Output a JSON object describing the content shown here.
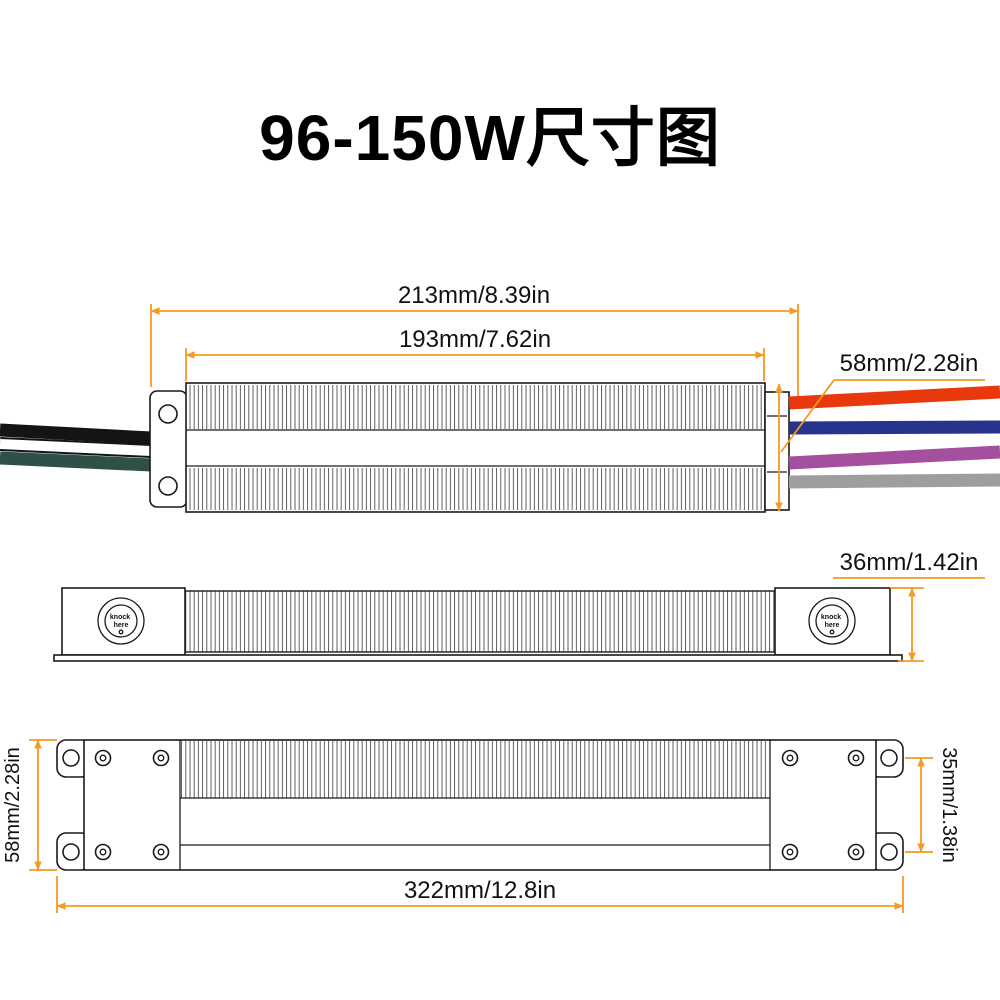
{
  "title": "96-150W尺寸图",
  "colors": {
    "dimension": "#F59A23",
    "wire_red": "#E8380D",
    "wire_blue": "#27348B",
    "wire_purple": "#A4509F",
    "wire_gray": "#9E9E9F",
    "wire_black": "#141414",
    "wire_white": "#FFFFFF",
    "wire_green": "#2E5049"
  },
  "top_view": {
    "dim_overall_length": "213mm/8.39in",
    "dim_body_length": "193mm/7.62in",
    "dim_width": "58mm/2.28in"
  },
  "side_view": {
    "dim_height": "36mm/1.42in",
    "knockout": {
      "line1": "knock",
      "line2": "here"
    }
  },
  "bottom_view": {
    "dim_width": "58mm/2.28in",
    "dim_mounting": "35mm/1.38in",
    "dim_overall_length": "322mm/12.8in"
  }
}
